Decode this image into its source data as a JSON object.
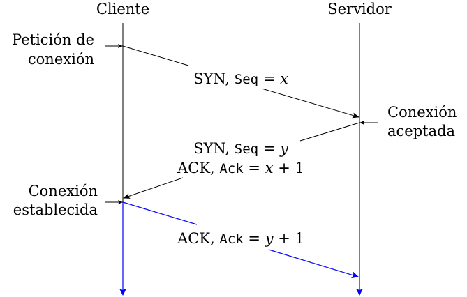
{
  "actors": {
    "client": "Cliente",
    "server": "Servidor"
  },
  "annotations": {
    "request_line1": "Petición de",
    "request_line2": "conexión",
    "accepted_line1": "Conexión",
    "accepted_line2": "aceptada",
    "established_line1": "Conexión",
    "established_line2": "establecida"
  },
  "messages": [
    {
      "flag": "SYN,",
      "field": "Seq",
      "eq": " = ",
      "value": "x"
    },
    {
      "flag": "SYN,",
      "field": "Seq",
      "eq": " = ",
      "value": "y"
    },
    {
      "flag": "ACK,",
      "field": "Ack",
      "eq": " = ",
      "value": "x",
      "suffix": " + 1"
    },
    {
      "flag": "ACK,",
      "field": "Ack",
      "eq": " = ",
      "value": "y",
      "suffix": " + 1"
    }
  ],
  "colors": {
    "line": "#000000",
    "established": "#0000ff"
  }
}
